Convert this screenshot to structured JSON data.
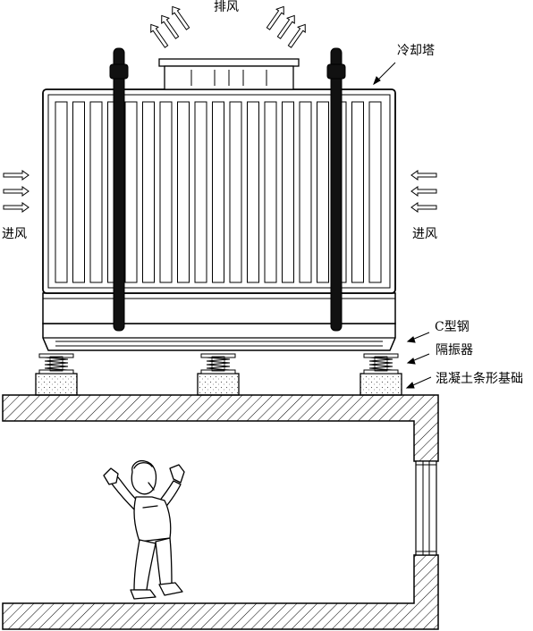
{
  "labels": {
    "exhaust": "排风",
    "cooling_tower": "冷却塔",
    "intake_left": "进风",
    "intake_right": "进风",
    "c_steel": "C型钢",
    "isolator": "隔振器",
    "foundation": "混凝土条形基础"
  },
  "colors": {
    "line": "#000000",
    "background": "#ffffff",
    "concrete": "#f2f2f2"
  }
}
